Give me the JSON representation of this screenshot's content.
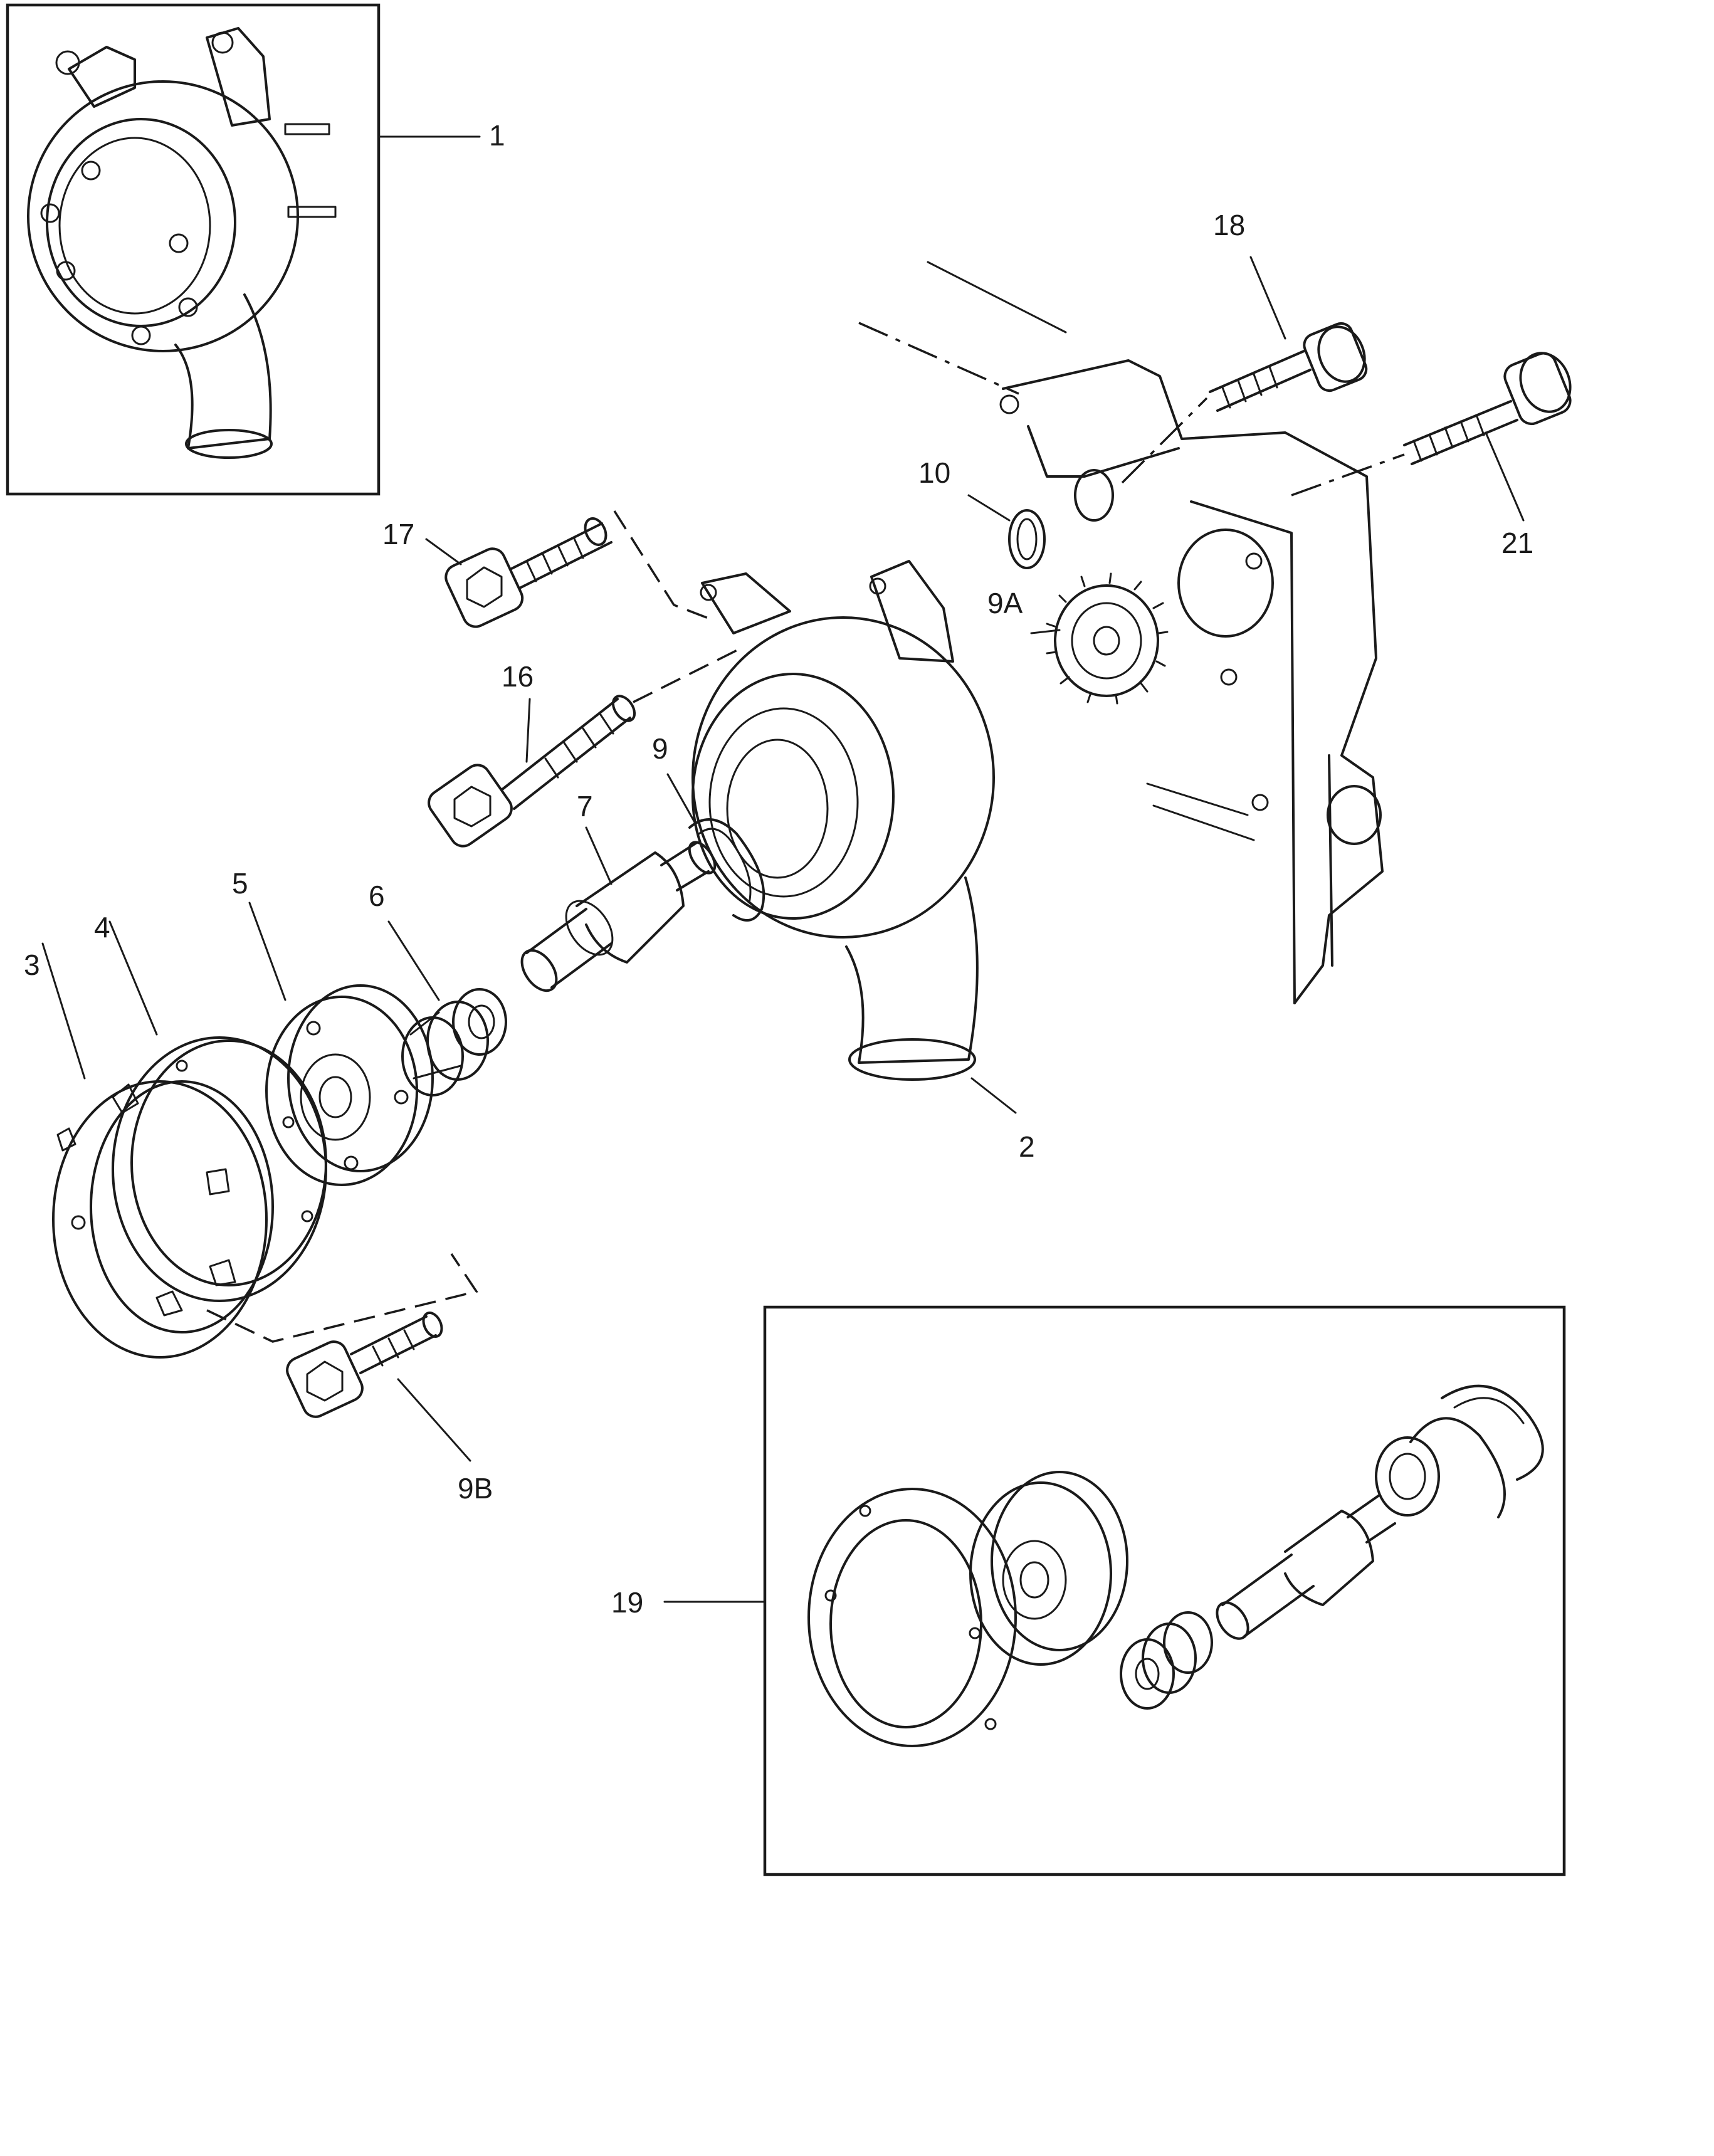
{
  "labels": {
    "l1": "1",
    "l2": "2",
    "l3": "3",
    "l4": "4",
    "l5": "5",
    "l6": "6",
    "l7": "7",
    "l9": "9",
    "l9a": "9A",
    "l9b": "9B",
    "l10": "10",
    "l16": "16",
    "l17": "17",
    "l18": "18",
    "l19": "19",
    "l21": "21"
  }
}
